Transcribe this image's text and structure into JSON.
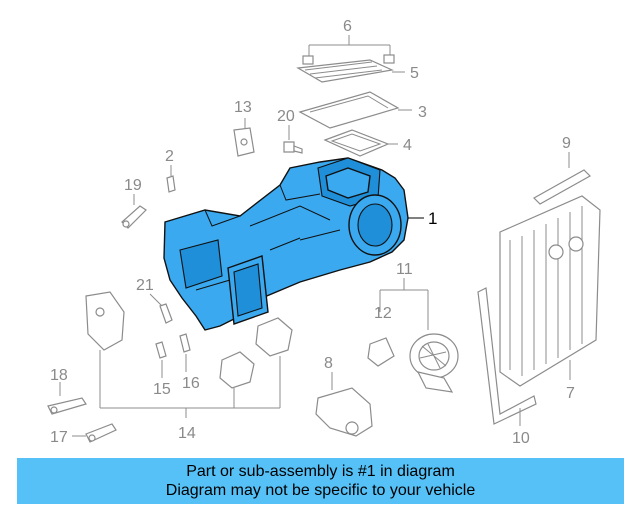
{
  "callouts": {
    "c1": "1",
    "c2": "2",
    "c3": "3",
    "c4": "4",
    "c5": "5",
    "c6": "6",
    "c7": "7",
    "c8": "8",
    "c9": "9",
    "c10": "10",
    "c11": "11",
    "c12": "12",
    "c13": "13",
    "c14": "14",
    "c15": "15",
    "c16": "16",
    "c17": "17",
    "c18": "18",
    "c19": "19",
    "c20": "20",
    "c21": "21"
  },
  "banner": {
    "line1": "Part or sub-assembly is #1 in diagram",
    "line2": "Diagram may not be specific to your vehicle"
  },
  "colors": {
    "highlight": "#3aa9ef",
    "banner": "#55c1f6",
    "linework": "#8c8c8c"
  }
}
